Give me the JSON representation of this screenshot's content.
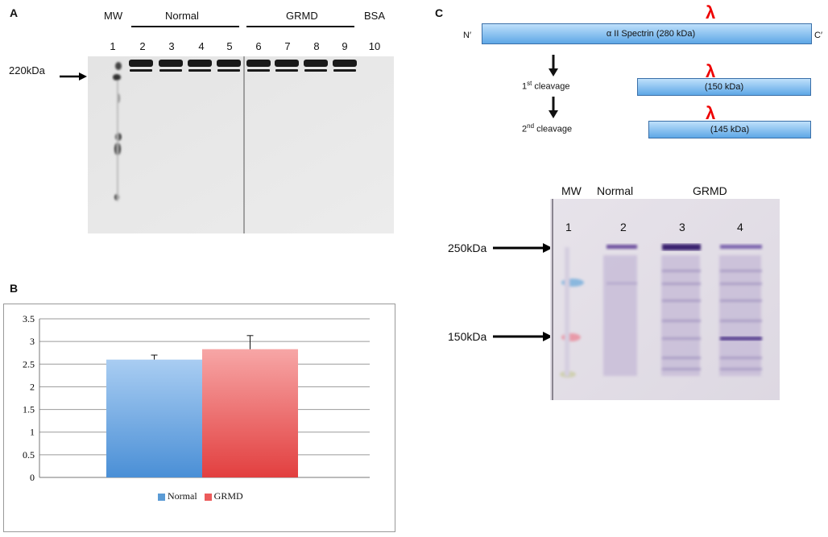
{
  "panel_a": {
    "label": "A",
    "mw_label": "MW",
    "normal_label": "Normal",
    "grmd_label": "GRMD",
    "bsa_label": "BSA",
    "lanes": [
      "1",
      "2",
      "3",
      "4",
      "5",
      "6",
      "7",
      "8",
      "9",
      "10"
    ],
    "marker_label": "220kDa"
  },
  "panel_b": {
    "label": "B",
    "legend_normal": "Normal",
    "legend_grmd": "GRMD",
    "colors": {
      "normal": "#5b9bd5",
      "grmd": "#ec5b5b"
    }
  },
  "panel_c": {
    "label": "C",
    "n_term": "N′",
    "c_term": "C′",
    "lambda": "λ",
    "full_protein": "α II Spectrin  (280 kDa)",
    "cleavage1_num": "1",
    "cleavage1_sup": "st",
    "cleavage1_text": " cleavage",
    "fragment1": "(150 kDa)",
    "cleavage2_num": "2",
    "cleavage2_sup": "nd",
    "cleavage2_text": " cleavage",
    "fragment2": "(145 kDa)",
    "blot": {
      "mw_label": "MW",
      "normal_label": "Normal",
      "grmd_label": "GRMD",
      "lanes": [
        "1",
        "2",
        "3",
        "4"
      ],
      "marker_250": "250kDa",
      "marker_150": "150kDa"
    }
  },
  "chart_data": {
    "type": "bar",
    "categories": [
      "Normal",
      "GRMD"
    ],
    "values": [
      2.6,
      2.83
    ],
    "errors": [
      0.1,
      0.3
    ],
    "ylim": [
      0,
      3.5
    ],
    "yticks": [
      "0",
      "0.5",
      "1",
      "1.5",
      "2",
      "2.5",
      "3",
      "3.5"
    ],
    "grid": true,
    "legend": "bottom"
  }
}
